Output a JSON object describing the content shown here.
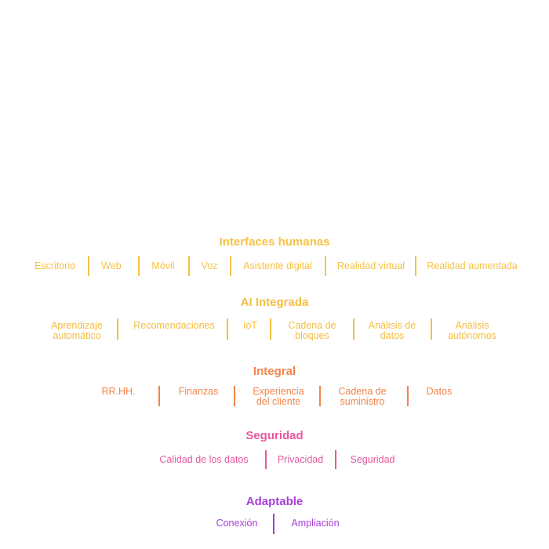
{
  "sections": [
    {
      "title": "Interfaces humanas",
      "color": "#f7c244",
      "items": [
        "Escritorio",
        "Web",
        "Móvil",
        "Voz",
        "Asistente digital",
        "Realidad virtual",
        "Realidad aumentada"
      ]
    },
    {
      "title": "AI Integrada",
      "color": "#f6bd3f",
      "items": [
        "Aprendizaje\nautomático",
        "Recomendaciones",
        "IoT",
        "Cadena de\nbloques",
        "Análisis de\ndatos",
        "Análisis\nautónomos"
      ]
    },
    {
      "title": "Integral",
      "color": "#f2854a",
      "items": [
        "RR.HH.",
        "Finanzas",
        "Experiencia\ndel cliente",
        "Cadena de\nsuministro",
        "Datos"
      ]
    },
    {
      "title": "Seguridad",
      "color": "#e8579f",
      "items": [
        "Calidad de los datos",
        "Privacidad",
        "Seguridad"
      ]
    },
    {
      "title": "Adaptable",
      "color": "#a93ed8",
      "items": [
        "Conexión",
        "Ampliación"
      ]
    }
  ]
}
